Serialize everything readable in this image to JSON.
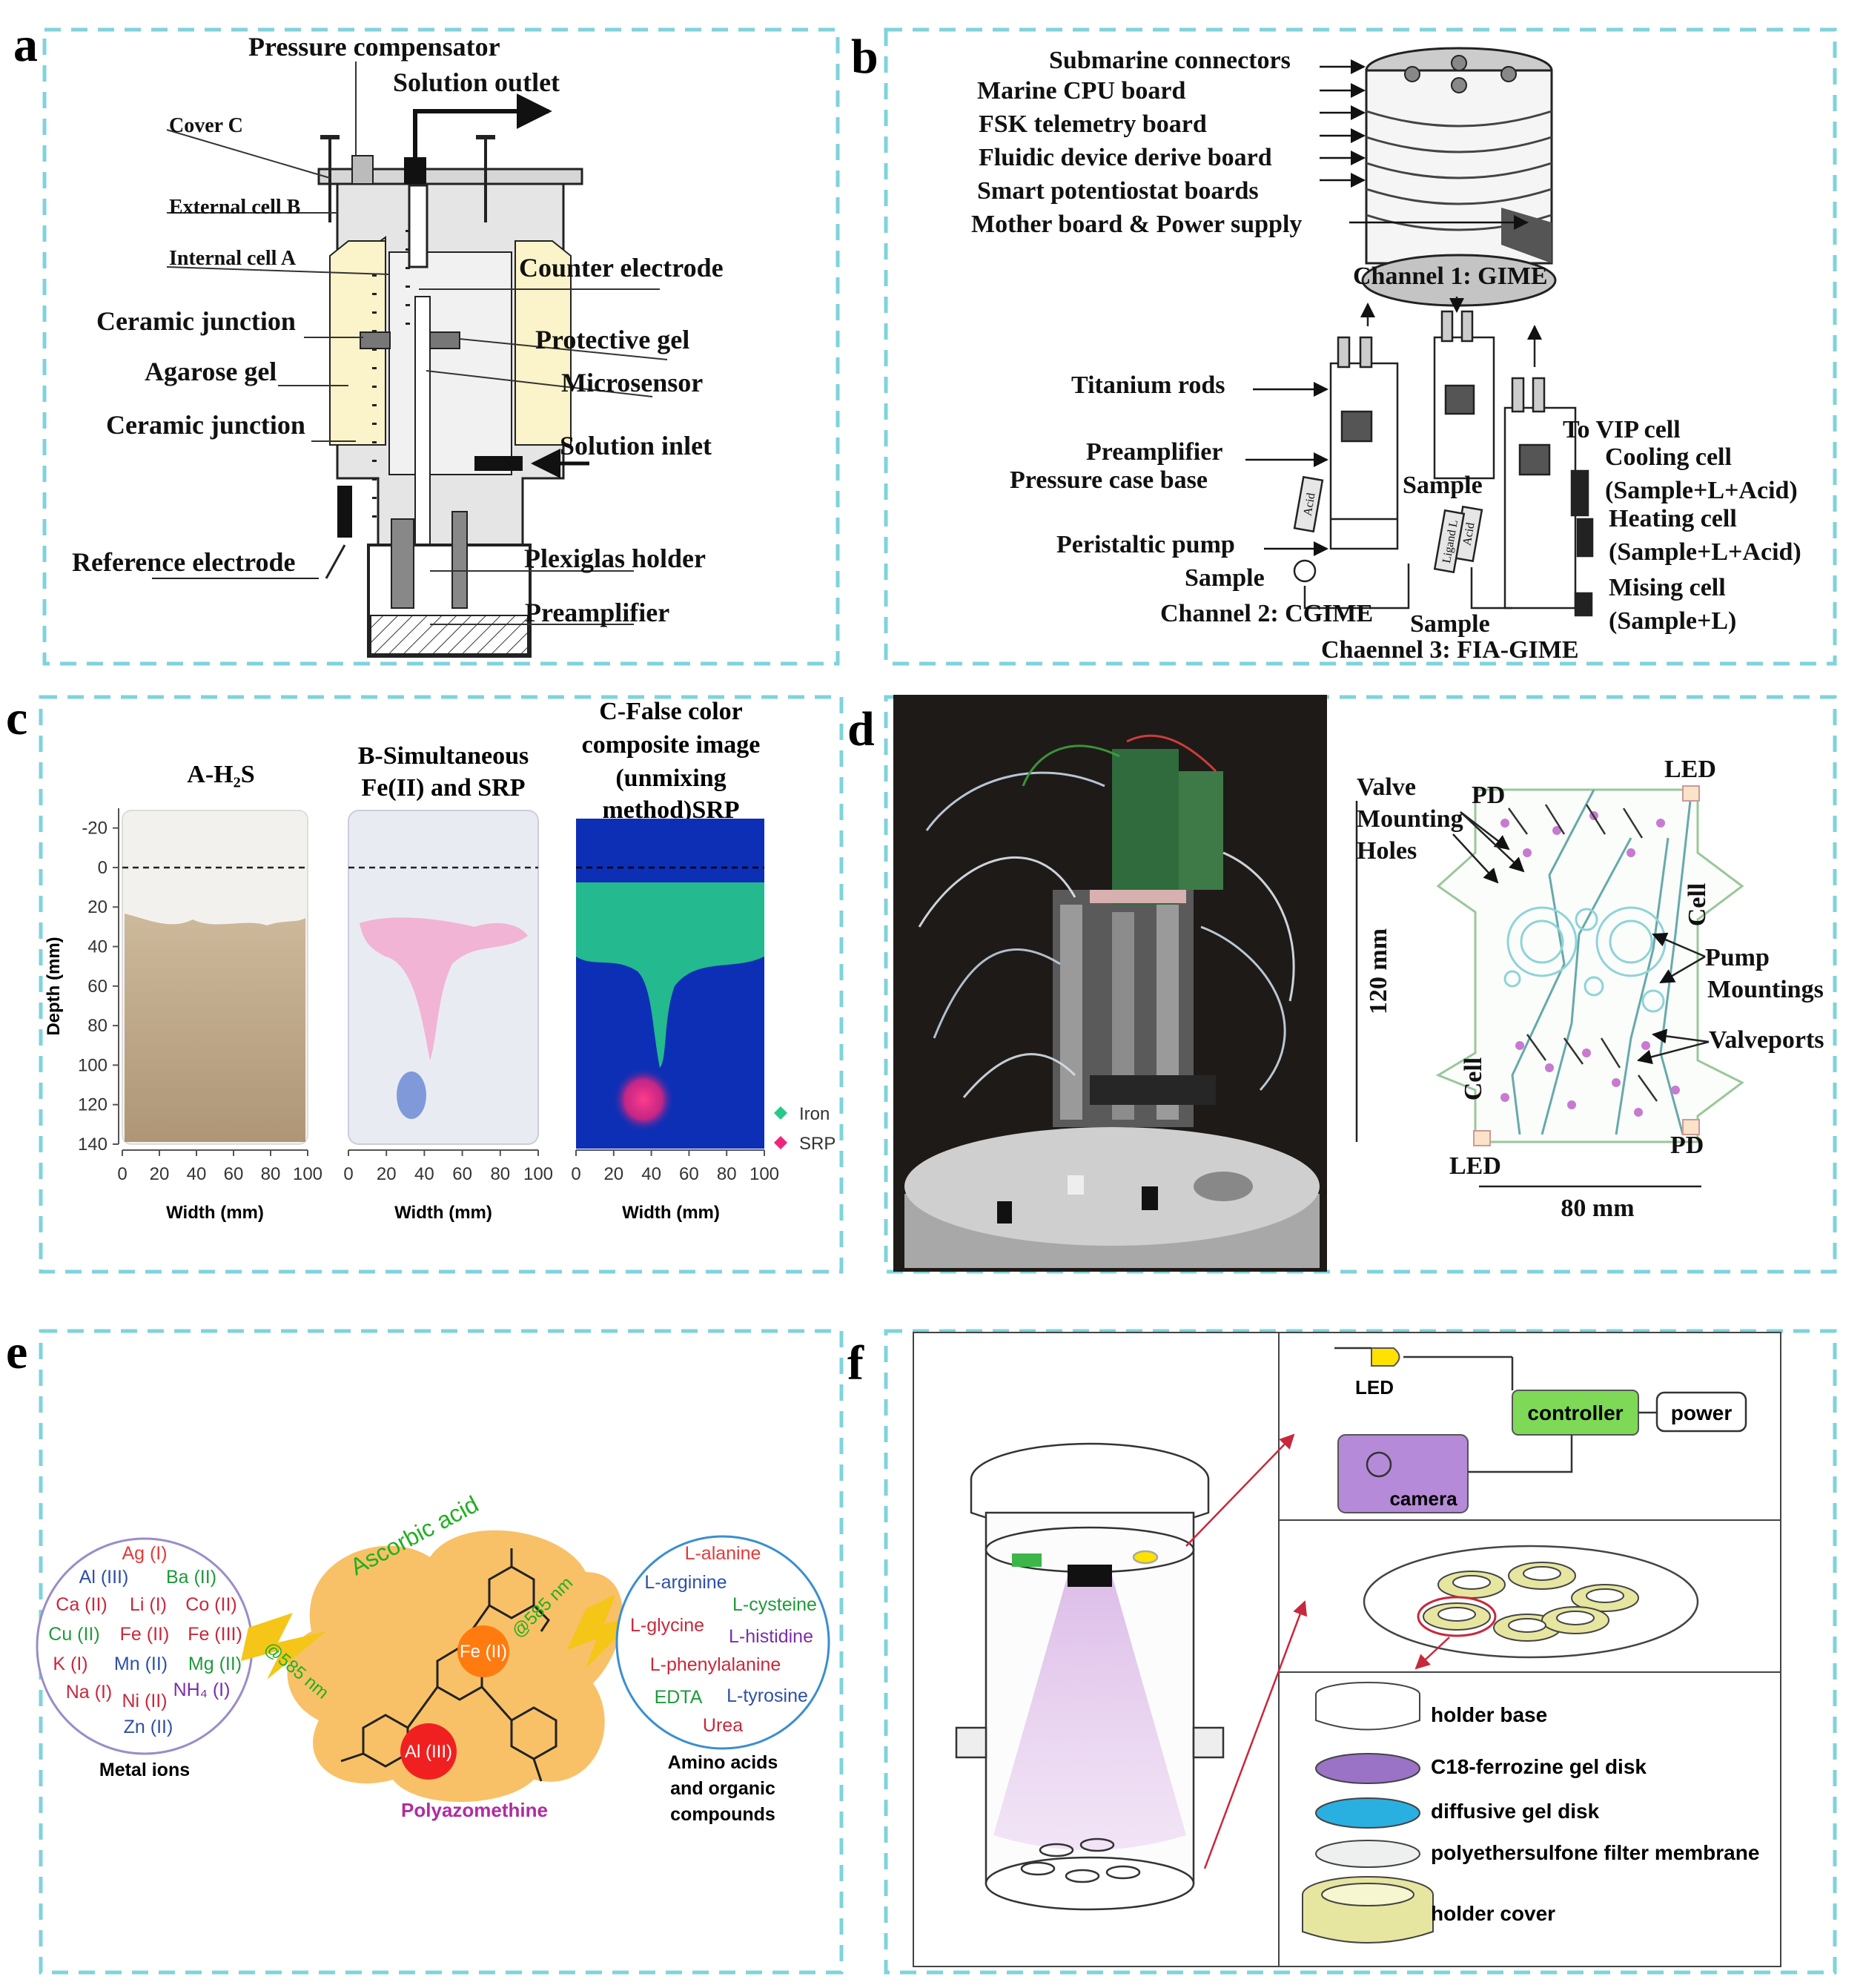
{
  "colors": {
    "frame": "#7fd3dc",
    "cream": "#fbf3c9",
    "sediment": "#b9a68c",
    "gel_bg": "#a3b8e0",
    "false_blue": "#0d2fb5",
    "iron_green": "#27c98a",
    "srp_pink": "#f0247a",
    "ferrozine": "#9a72c6",
    "diffusive": "#29b0e0",
    "holder_yellow": "#e6e6a0",
    "controller_green": "#7ed957",
    "camera_purple": "#b58ad8",
    "orange_blob": "#f7b64c",
    "al_red": "#f02020",
    "fe_orange": "#ff7b10",
    "ascorbic_green": "#20b020"
  },
  "panels": {
    "a": {
      "letter": "a",
      "labels": {
        "pressure_compensator": "Pressure compensator",
        "solution_outlet": "Solution outlet",
        "cover_c": "Cover C",
        "external_cell_b": "External cell B",
        "internal_cell_a": "Internal cell A",
        "counter_electrode": "Counter electrode",
        "ceramic_junction_top": "Ceramic junction",
        "protective_gel": "Protective gel",
        "agarose_gel": "Agarose gel",
        "microsensor": "Microsensor",
        "ceramic_junction_bottom": "Ceramic junction",
        "solution_inlet": "Solution inlet",
        "reference_electrode": "Reference electrode",
        "plexiglas_holder": "Plexiglas holder",
        "preamplifier": "Preamplifier"
      }
    },
    "b": {
      "letter": "b",
      "labels": {
        "submarine_connectors": "Submarine connectors",
        "marine_cpu_board": "Marine CPU board",
        "fsk_telemetry_board": "FSK telemetry board",
        "fluidic_device_board": "Fluidic device derive  board",
        "smart_potentiostat_boards": "Smart potentiostat boards",
        "mother_board": "Mother board &  Power supply",
        "channel1": "Channel 1: GIME",
        "titanium_rods": "Titanium rods",
        "preamplifier": "Preamplifier",
        "pressure_case_base": "Pressure case base",
        "peristaltic_pump": "Peristaltic pump",
        "sample_left": "Sample",
        "channel2": "Channel 2: CGIME",
        "sample_mid": "Sample",
        "sample_bottom": "Sample",
        "channel3": "Chaennel 3: FIA-GIME",
        "to_vip_cell": "To VIP cell",
        "cooling_cell": "Cooling cell",
        "cooling_content": "(Sample+L+Acid)",
        "heating_cell": "Heating cell",
        "heating_content": "(Sample+L+Acid)",
        "mising_cell": "Mising cell",
        "mising_content": "(Sample+L)",
        "acid_tag": "Acid",
        "ligand_tag": "Ligand L"
      }
    },
    "c": {
      "letter": "c",
      "chart_data": {
        "type": "heatmap",
        "subpanels": [
          {
            "title": "A-H₂S",
            "title_lines": [
              "A-H₂S"
            ]
          },
          {
            "title": "B-Simultaneous Fe(II) and SRP",
            "title_lines": [
              "B-Simultaneous",
              "Fe(II) and SRP"
            ]
          },
          {
            "title": "C-False color composite image (unmixing method)SRP",
            "title_lines": [
              "C-False color",
              "composite image",
              "(unmixing",
              "method)SRP"
            ]
          }
        ],
        "ylabel": "Depth (mm)",
        "xlabel": "Width (mm)",
        "yticks": [
          "-20",
          "0",
          "20",
          "40",
          "60",
          "80",
          "100",
          "120",
          "140"
        ],
        "yvalues": [
          -20,
          0,
          20,
          40,
          60,
          80,
          100,
          120,
          140
        ],
        "ylim": [
          -30,
          140
        ],
        "xticks": [
          "0",
          "20",
          "40",
          "60",
          "80",
          "100"
        ],
        "xvalues": [
          0,
          20,
          40,
          60,
          80,
          100
        ],
        "xlim": [
          0,
          100
        ],
        "reference_line_depth": 0,
        "legend": [
          {
            "name": "Iron",
            "color": "#27c98a"
          },
          {
            "name": "SRP",
            "color": "#f0247a"
          }
        ]
      }
    },
    "d": {
      "letter": "d",
      "labels": {
        "led_top": "LED",
        "pd_top": "PD",
        "valve_mounting_holes": [
          "Valve",
          "Mounting",
          "Holes"
        ],
        "cell_right": "Cell",
        "cell_left": "Cell",
        "pump_mountings": [
          "Pump",
          "Mountings"
        ],
        "valveports": "Valveports",
        "height": "120 mm",
        "width": "80 mm",
        "led_bottom": "LED",
        "pd_bottom": "PD"
      }
    },
    "e": {
      "letter": "e",
      "metal_ions": [
        {
          "text": "Ag (I)",
          "color": "#e23b3b"
        },
        {
          "text": "Al (III)",
          "color": "#2d4fa8"
        },
        {
          "text": "Ba (II)",
          "color": "#1f9a3a"
        },
        {
          "text": "Ca (II)",
          "color": "#c8283c"
        },
        {
          "text": "Li (I)",
          "color": "#c8283c"
        },
        {
          "text": "Co (II)",
          "color": "#c8283c"
        },
        {
          "text": "Cu (II)",
          "color": "#1f9a3a"
        },
        {
          "text": "Fe (II)",
          "color": "#c8283c"
        },
        {
          "text": "Fe (III)",
          "color": "#c8283c"
        },
        {
          "text": "K (I)",
          "color": "#c8283c"
        },
        {
          "text": "Mn (II)",
          "color": "#2d4fa8"
        },
        {
          "text": "Mg (II)",
          "color": "#1f9a3a"
        },
        {
          "text": "Na (I)",
          "color": "#c8283c"
        },
        {
          "text": "Ni (II)",
          "color": "#c8283c"
        },
        {
          "text": "NH₄ (I)",
          "color": "#7a2fa8"
        },
        {
          "text": "Zn (II)",
          "color": "#2d4fa8"
        }
      ],
      "metal_ions_label": "Metal ions",
      "amino_acids": [
        {
          "text": "L-alanine",
          "color": "#e23b3b"
        },
        {
          "text": "L-arginine",
          "color": "#2d4fa8"
        },
        {
          "text": "L-cysteine",
          "color": "#1f9a3a"
        },
        {
          "text": "L-glycine",
          "color": "#c8283c"
        },
        {
          "text": "L-histidine",
          "color": "#7a2fa8"
        },
        {
          "text": "L-phenylalanine",
          "color": "#c8283c"
        },
        {
          "text": "EDTA",
          "color": "#1f9a3a"
        },
        {
          "text": "L-tyrosine",
          "color": "#2d4fa8"
        },
        {
          "text": "Urea",
          "color": "#c8283c"
        }
      ],
      "amino_label_lines": [
        "Amino acids",
        "and organic",
        "compounds"
      ],
      "ascorbic_acid": "Ascorbic acid",
      "wavelength_left": "@585 nm",
      "wavelength_right": "@585 nm",
      "fe_label": "Fe (II)",
      "al_label": "Al (III)",
      "polymer_label": "Polyazomethine"
    },
    "f": {
      "letter": "f",
      "labels": {
        "led": "LED",
        "controller": "controller",
        "power": "power",
        "camera": "camera",
        "holder_base": "holder base",
        "c18_gel": "C18-ferrozine gel disk",
        "diffusive_gel": "diffusive gel disk",
        "filter_membrane": "polyethersulfone filter membrane",
        "holder_cover": "holder cover"
      }
    }
  }
}
